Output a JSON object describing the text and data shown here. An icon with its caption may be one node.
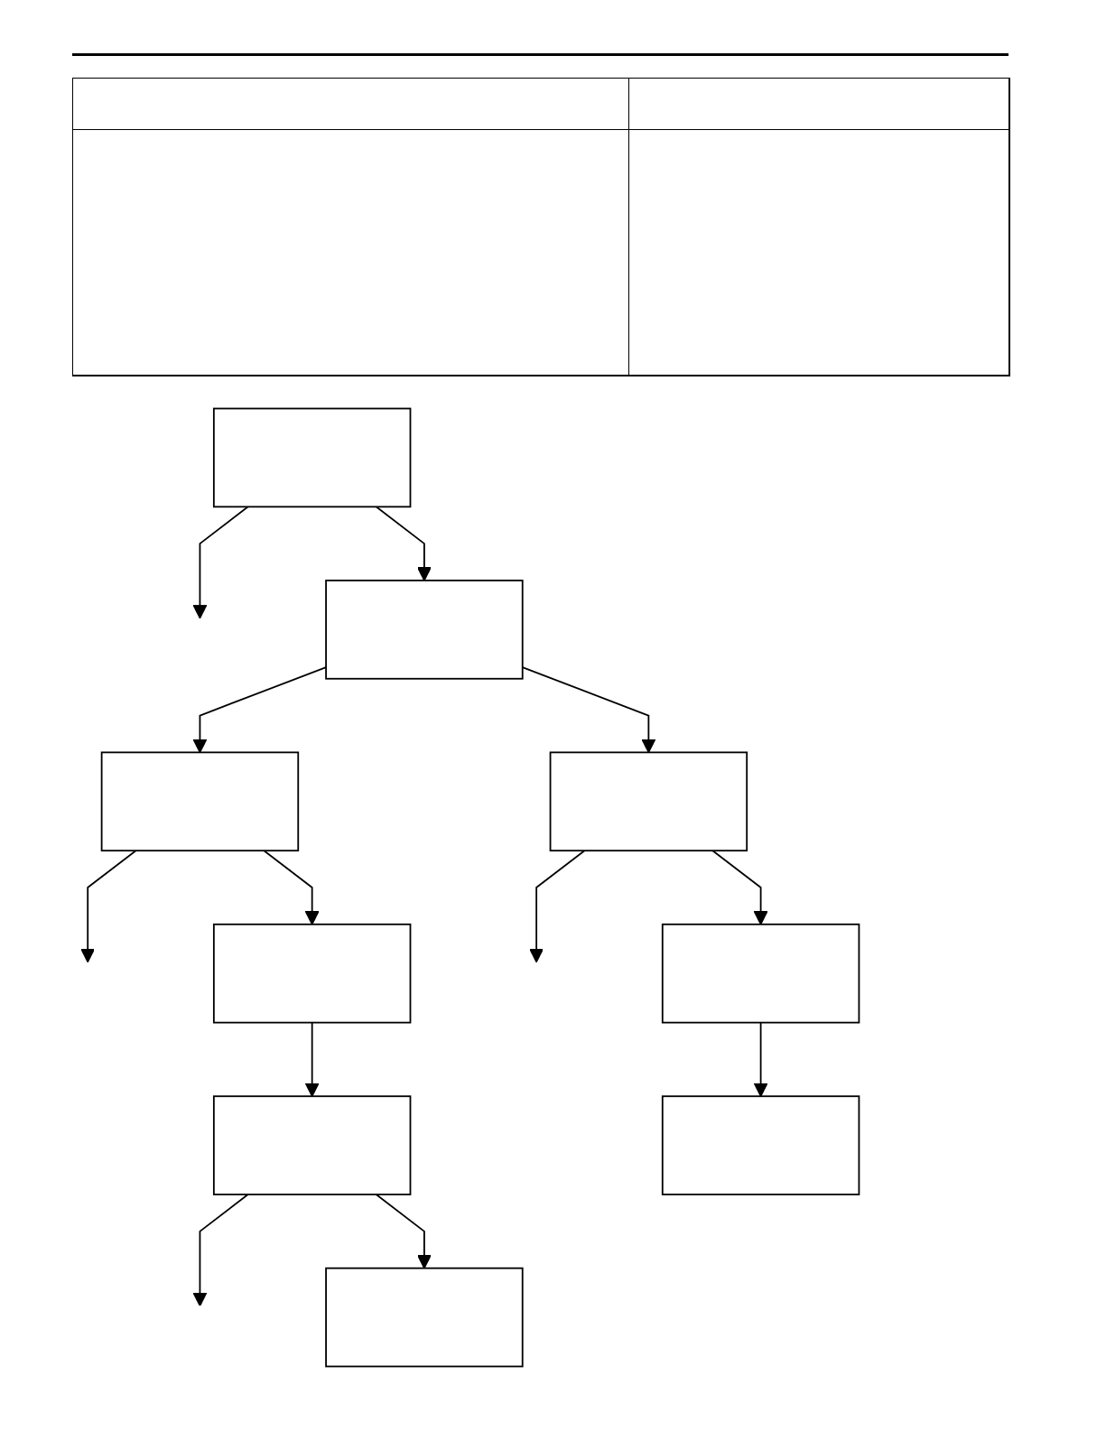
{
  "diagram": {
    "nodes": [
      {
        "text": [],
        "shape": "box"
      },
      {
        "text": [],
        "shape": "box"
      },
      {
        "text": [],
        "shape": "box"
      },
      {
        "text": [],
        "shape": "box"
      },
      {
        "text": [],
        "shape": "box"
      },
      {
        "text": [],
        "shape": "box"
      },
      {
        "text": [],
        "shape": "box"
      },
      {
        "text": [],
        "shape": "box"
      },
      {
        "text": [],
        "shape": "box"
      }
    ],
    "edges": [
      {
        "from": 0,
        "to": null,
        "arrow": "to"
      },
      {
        "from": 0,
        "to": 1,
        "arrow": "to"
      },
      {
        "from": 1,
        "to": 2,
        "arrow": "to"
      },
      {
        "from": 2,
        "to": null,
        "arrow": "to"
      },
      {
        "from": 2,
        "to": 3,
        "arrow": "to"
      },
      {
        "from": 3,
        "to": 4,
        "arrow": "to"
      },
      {
        "from": 4,
        "to": null,
        "arrow": "to"
      },
      {
        "from": 4,
        "to": 5,
        "arrow": "to"
      },
      {
        "from": 1,
        "to": 6,
        "arrow": "to"
      },
      {
        "from": 6,
        "to": null,
        "arrow": "to"
      },
      {
        "from": 6,
        "to": 7,
        "arrow": "to"
      },
      {
        "from": 7,
        "to": 8,
        "arrow": "to"
      }
    ]
  }
}
